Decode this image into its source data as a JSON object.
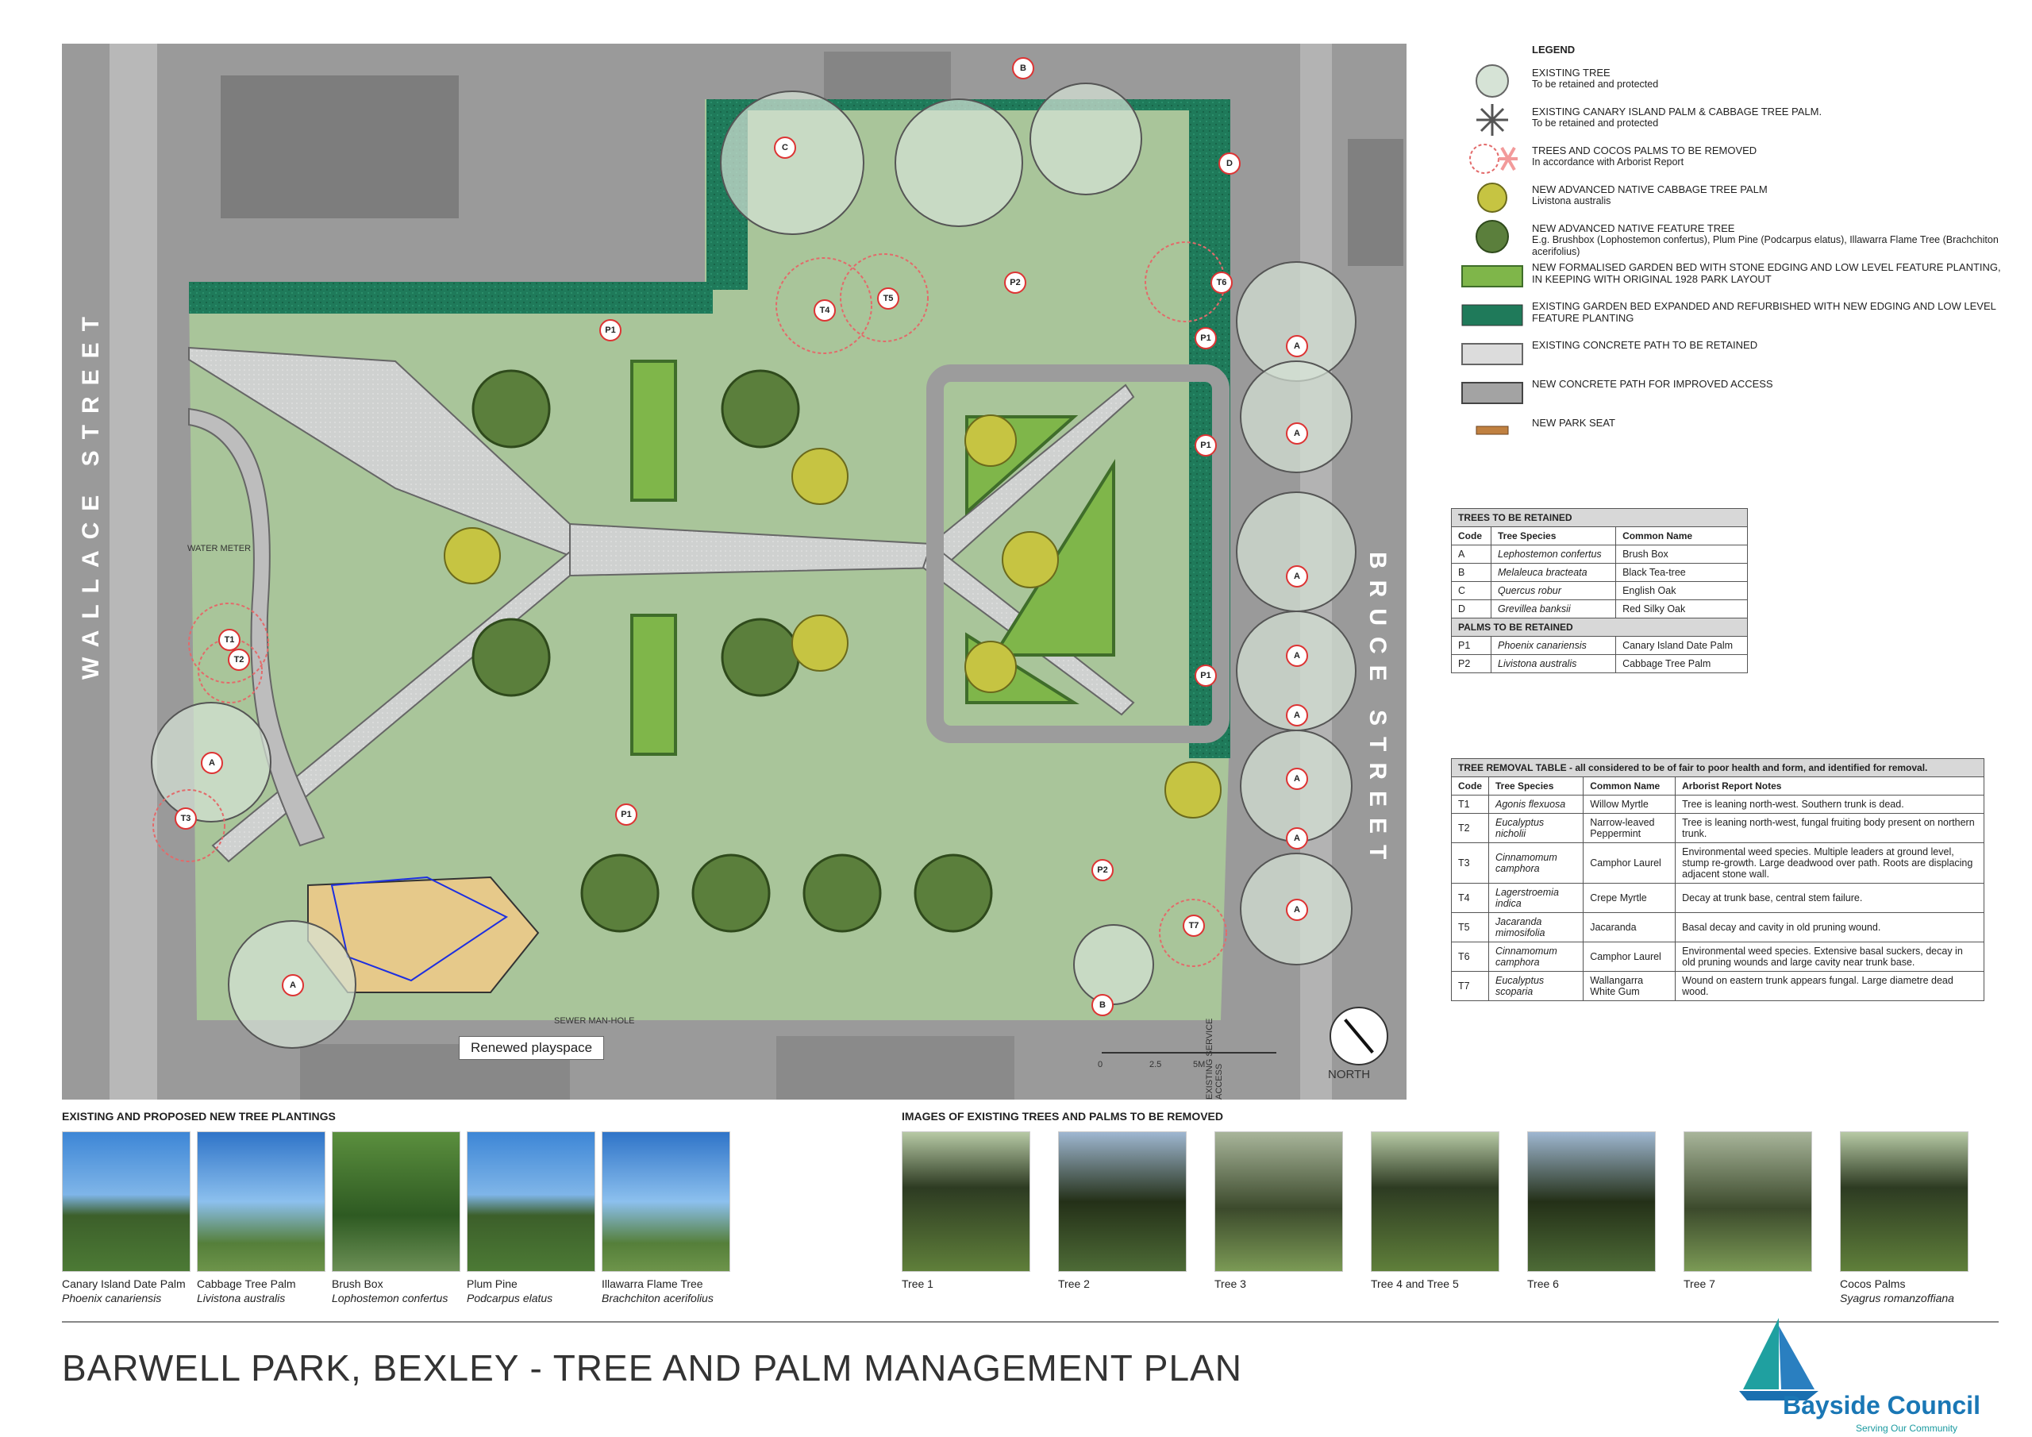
{
  "map": {
    "streets": {
      "west": "WALLACE STREET",
      "east": "BRUCE STREET"
    },
    "labels": {
      "water_meter": "WATER METER",
      "sewer_manhole": "SEWER MAN-HOLE",
      "service_access": "EXISTING SERVICE ACCESS",
      "playspace": "Renewed playspace",
      "north": "NORTH",
      "scale_0": "0",
      "scale_1": "2.5",
      "scale_2": "5M"
    },
    "markers": [
      "A",
      "A",
      "A",
      "A",
      "A",
      "A",
      "A",
      "A",
      "A",
      "A",
      "B",
      "B",
      "C",
      "D",
      "P1",
      "P1",
      "P1",
      "P1",
      "P1",
      "P2",
      "P2",
      "T1",
      "T2",
      "T3",
      "T4",
      "T5",
      "T6",
      "T7"
    ]
  },
  "legend": {
    "title": "LEGEND",
    "items": [
      {
        "t1": "EXISTING TREE",
        "t2": "To be retained and protected"
      },
      {
        "t1": "EXISTING CANARY ISLAND PALM & CABBAGE TREE PALM.",
        "t2": "To be retained and protected"
      },
      {
        "t1": "TREES AND COCOS PALMS TO BE REMOVED",
        "t2": "In accordance with Arborist Report"
      },
      {
        "t1": "NEW ADVANCED NATIVE CABBAGE TREE PALM",
        "t2": "Livistona australis"
      },
      {
        "t1": "NEW ADVANCED NATIVE FEATURE TREE",
        "t2": "E.g. Brushbox (Lophostemon confertus), Plum Pine (Podcarpus elatus), Illawarra Flame Tree (Brachchiton acerifolius)"
      },
      {
        "t1": "NEW FORMALISED GARDEN BED WITH STONE EDGING AND LOW LEVEL FEATURE PLANTING, IN KEEPING WITH ORIGINAL 1928 PARK LAYOUT",
        "t2": ""
      },
      {
        "t1": "EXISTING GARDEN BED EXPANDED AND REFURBISHED WITH NEW EDGING AND LOW LEVEL FEATURE PLANTING",
        "t2": ""
      },
      {
        "t1": "EXISTING CONCRETE PATH TO BE RETAINED",
        "t2": ""
      },
      {
        "t1": "NEW CONCRETE PATH FOR IMPROVED ACCESS",
        "t2": ""
      },
      {
        "t1": "NEW PARK SEAT",
        "t2": ""
      }
    ]
  },
  "retained": {
    "title": "TREES TO BE RETAINED",
    "headers": [
      "Code",
      "Tree Species",
      "Common Name"
    ],
    "trees": [
      [
        "A",
        "Lephostemon confertus",
        "Brush Box"
      ],
      [
        "B",
        "Melaleuca bracteata",
        "Black Tea-tree"
      ],
      [
        "C",
        "Quercus robur",
        "English Oak"
      ],
      [
        "D",
        "Grevillea banksii",
        "Red Silky Oak"
      ]
    ],
    "palms_title": "PALMS TO BE RETAINED",
    "palms": [
      [
        "P1",
        "Phoenix canariensis",
        "Canary Island Date Palm"
      ],
      [
        "P2",
        "Livistona australis",
        "Cabbage Tree Palm"
      ]
    ]
  },
  "removal": {
    "title": "TREE REMOVAL TABLE - all considered to be of fair to poor health and form, and identified for removal.",
    "headers": [
      "Code",
      "Tree Species",
      "Common Name",
      "Arborist Report Notes"
    ],
    "rows": [
      [
        "T1",
        "Agonis flexuosa",
        "Willow Myrtle",
        "Tree is leaning north-west. Southern trunk is dead."
      ],
      [
        "T2",
        "Eucalyptus nicholii",
        "Narrow-leaved Peppermint",
        "Tree is leaning north-west, fungal fruiting body present on northern trunk."
      ],
      [
        "T3",
        "Cinnamomum camphora",
        "Camphor Laurel",
        "Environmental weed species. Multiple leaders at ground level, stump re-growth. Large deadwood over path. Roots are displacing adjacent stone wall."
      ],
      [
        "T4",
        "Lagerstroemia indica",
        "Crepe Myrtle",
        "Decay at trunk base, central stem failure."
      ],
      [
        "T5",
        "Jacaranda mimosifolia",
        "Jacaranda",
        "Basal decay and cavity in old pruning wound."
      ],
      [
        "T6",
        "Cinnamomum camphora",
        "Camphor Laurel",
        "Environmental weed species. Extensive basal suckers, decay in old pruning wounds and large cavity near trunk base."
      ],
      [
        "T7",
        "Eucalyptus scoparia",
        "Wallangarra White Gum",
        "Wound on eastern trunk appears fungal. Large diametre dead wood."
      ]
    ]
  },
  "plantings": {
    "title": "EXISTING AND PROPOSED NEW TREE PLANTINGS",
    "items": [
      {
        "name": "Canary Island Date Palm",
        "latin": "Phoenix canariensis"
      },
      {
        "name": "Cabbage Tree Palm",
        "latin": "Livistona australis"
      },
      {
        "name": "Brush Box",
        "latin": "Lophostemon confertus"
      },
      {
        "name": "Plum Pine",
        "latin": "Podcarpus elatus"
      },
      {
        "name": "Illawarra Flame Tree",
        "latin": "Brachchiton acerifolius"
      }
    ]
  },
  "removals_photos": {
    "title": "IMAGES OF EXISTING TREES AND PALMS TO BE REMOVED",
    "items": [
      {
        "name": "Tree 1",
        "latin": ""
      },
      {
        "name": "Tree 2",
        "latin": ""
      },
      {
        "name": "Tree 3",
        "latin": ""
      },
      {
        "name": "Tree 4 and Tree 5",
        "latin": ""
      },
      {
        "name": "Tree 6",
        "latin": ""
      },
      {
        "name": "Tree 7",
        "latin": ""
      },
      {
        "name": "Cocos Palms",
        "latin": "Syagrus romanzoffiana"
      }
    ]
  },
  "footer": {
    "title": "BARWELL PARK, BEXLEY - TREE AND PALM MANAGEMENT PLAN",
    "logo": "Bayside Council",
    "logo_sub": "Serving Our Community"
  }
}
